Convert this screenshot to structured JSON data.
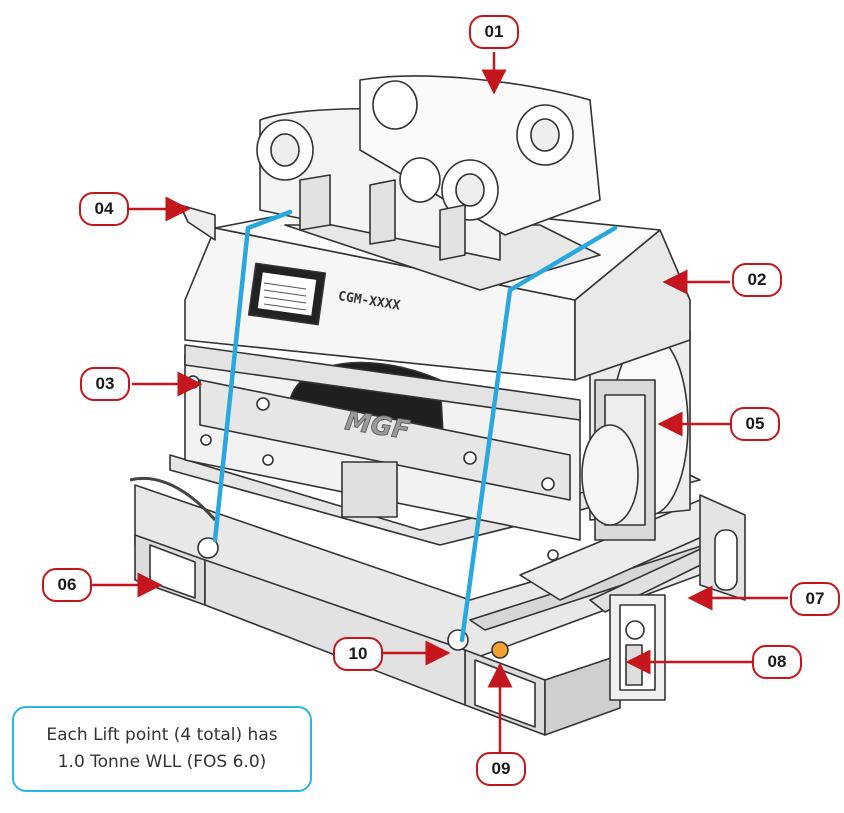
{
  "callouts": [
    "01",
    "02",
    "03",
    "04",
    "05",
    "06",
    "07",
    "08",
    "09",
    "10"
  ],
  "machine": {
    "brand": "MGF",
    "serial_plate": "CGM-XXXX"
  },
  "note": {
    "line1": "Each Lift point (4 total) has",
    "line2": "1.0 Tonne WLL (FOS 6.0)"
  },
  "colors": {
    "callout_border": "#c4161c",
    "arrow": "#c4161c",
    "lift_strap": "#29a8e0",
    "note_border": "#29b6e8"
  }
}
